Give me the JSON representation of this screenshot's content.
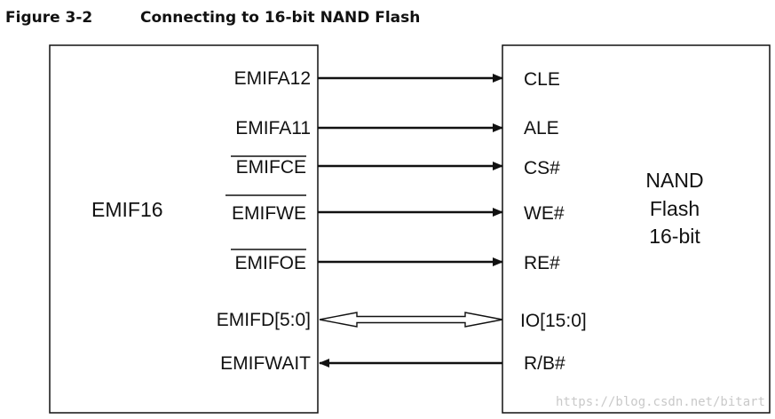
{
  "figure": {
    "number": "Figure 3-2",
    "title": "Connecting to 16-bit NAND Flash"
  },
  "left_block": {
    "label": "EMIF16"
  },
  "right_block": {
    "lines": [
      "NAND",
      "Flash",
      "16-bit"
    ]
  },
  "signals": [
    {
      "id": "a12",
      "source": "EMIFA12",
      "target": "CLE",
      "direction": "right",
      "overbar": false
    },
    {
      "id": "a11",
      "source": "EMIFA11",
      "target": "ALE",
      "direction": "right",
      "overbar": false
    },
    {
      "id": "ce",
      "source": "EMIFCE",
      "target": "CS#",
      "direction": "right",
      "overbar": true
    },
    {
      "id": "we",
      "source": "EMIFWE",
      "target": "WE#",
      "direction": "right",
      "overbar": true
    },
    {
      "id": "oe",
      "source": "EMIFOE",
      "target": "RE#",
      "direction": "right",
      "overbar": true
    },
    {
      "id": "data",
      "source": "EMIFD[5:0]",
      "target": "IO[15:0]",
      "direction": "both",
      "overbar": false
    },
    {
      "id": "wait",
      "source": "EMIFWAIT",
      "target": "R/B#",
      "direction": "left",
      "overbar": false
    }
  ],
  "watermark": "https://blog.csdn.net/bitart"
}
